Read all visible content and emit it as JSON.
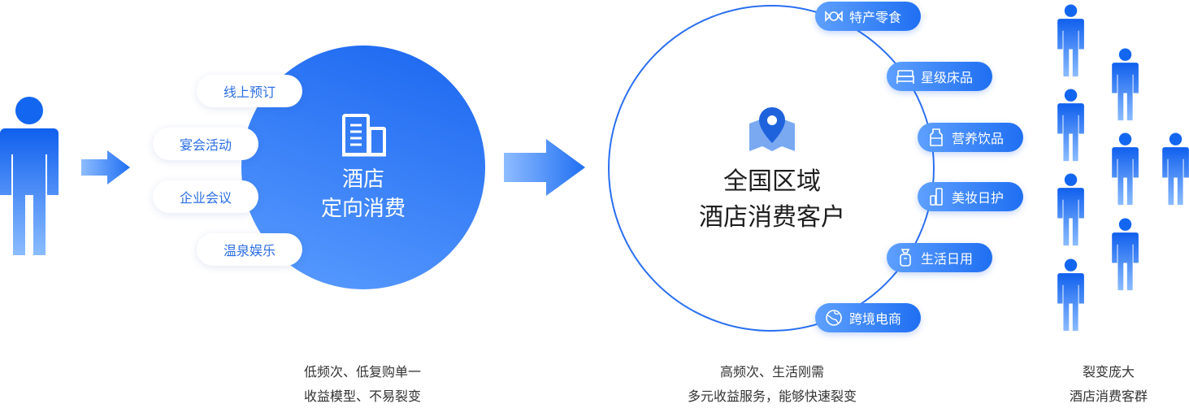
{
  "hotel_section": {
    "title_line1": "酒店",
    "title_line2": "定向消费",
    "scenes": [
      "线上预订",
      "宴会活动",
      "企业会议",
      "温泉娱乐"
    ],
    "caption_line1": "低频次、低复购单一",
    "caption_line2": "收益模型、不易裂变"
  },
  "region_section": {
    "title_line1": "全国区域",
    "title_line2": "酒店消费客户",
    "categories": [
      {
        "label": "特产零食",
        "icon": "candy-icon"
      },
      {
        "label": "星级床品",
        "icon": "bed-icon"
      },
      {
        "label": "营养饮品",
        "icon": "drink-bottle-icon"
      },
      {
        "label": "美妆日护",
        "icon": "cosmetics-icon"
      },
      {
        "label": "生活日用",
        "icon": "spray-bottle-icon"
      },
      {
        "label": "跨境电商",
        "icon": "globe-icon"
      }
    ],
    "caption_line1": "高频次、生活刚需",
    "caption_line2": "多元收益服务，能够快速裂变"
  },
  "group_section": {
    "caption_line1": "裂变庞大",
    "caption_line2": "酒店消费客群"
  },
  "colors": {
    "primary": "#1f6ff2",
    "light": "#6aa8ff",
    "pill_text": "#2c6fe4"
  }
}
